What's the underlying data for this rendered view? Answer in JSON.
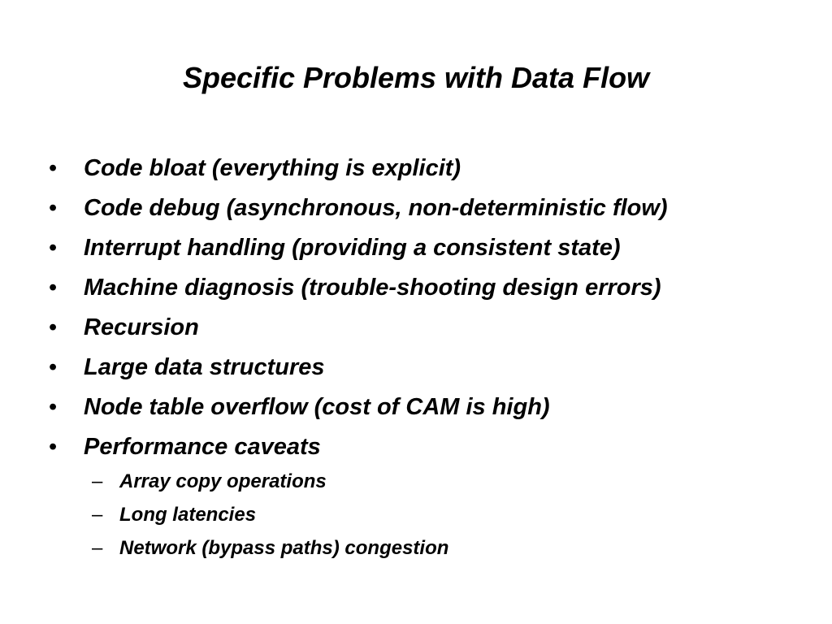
{
  "slide": {
    "title": "Specific Problems with Data Flow",
    "bullet_symbol": "•",
    "subbullet_symbol": "–",
    "bullets": [
      "Code bloat (everything is explicit)",
      "Code debug (asynchronous, non-deterministic flow)",
      "Interrupt handling (providing a consistent state)",
      "Machine diagnosis (trouble-shooting design errors)",
      "Recursion",
      "Large data structures",
      "Node table overflow (cost of CAM is high)",
      "Performance caveats"
    ],
    "subbullets": [
      "Array copy operations",
      "Long latencies",
      "Network (bypass paths) congestion"
    ]
  }
}
